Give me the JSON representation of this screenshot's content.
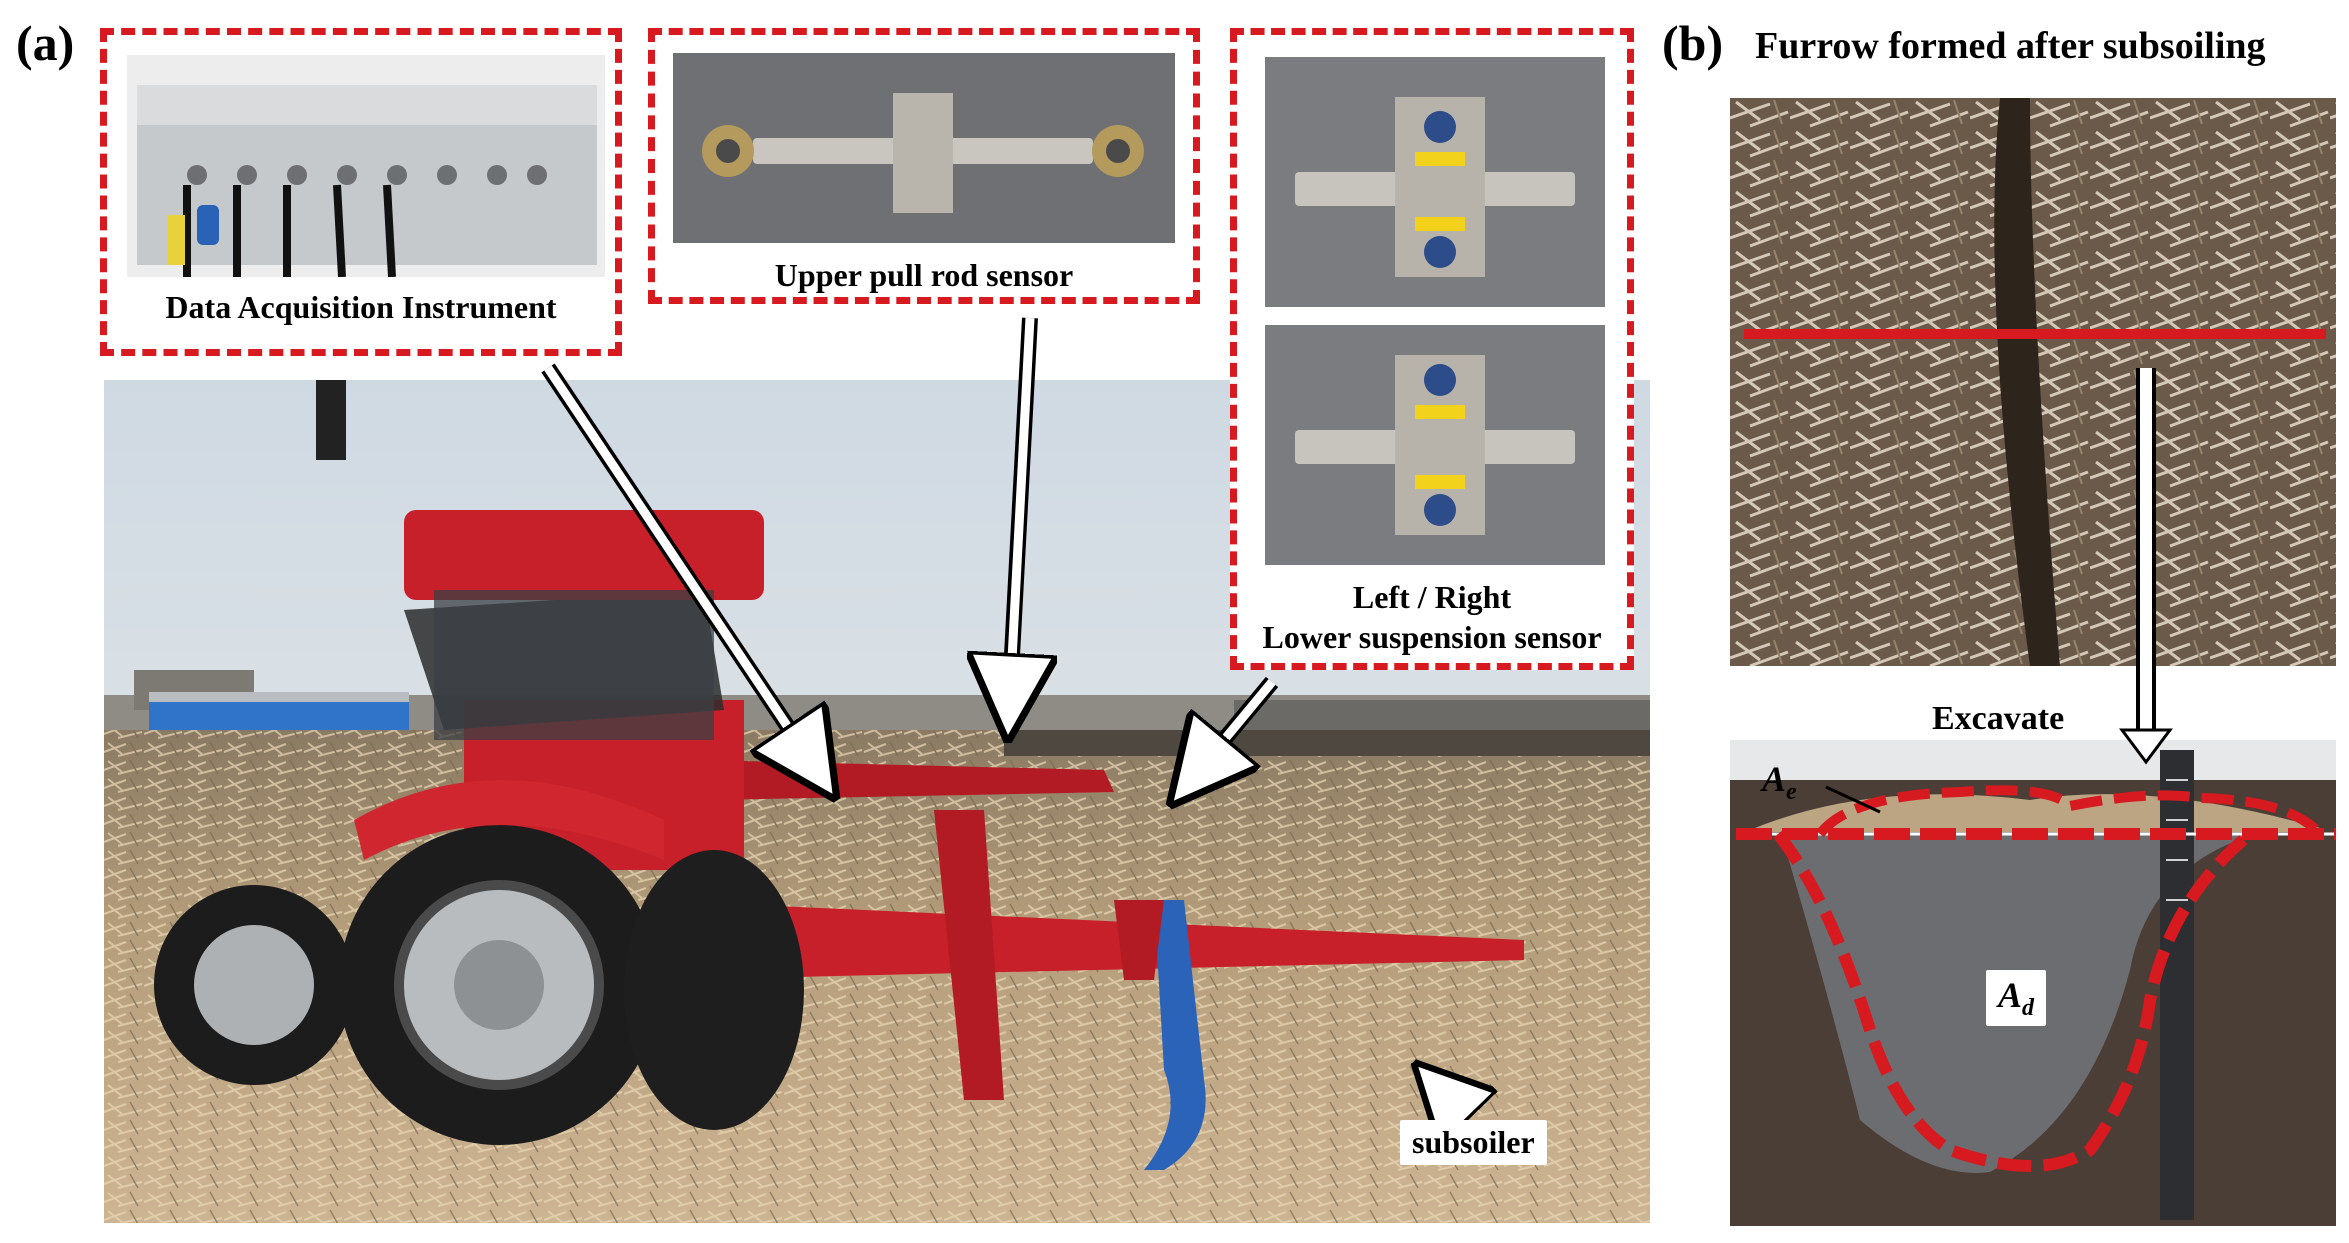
{
  "panel_a": {
    "label": "(a)",
    "callouts": {
      "daq": "Data Acquisition Instrument",
      "upper": "Upper pull rod sensor",
      "lower_line1": "Left / Right",
      "lower_line2": "Lower suspension sensor"
    },
    "photo_labels": {
      "subsoiler": "subsoiler"
    }
  },
  "panel_b": {
    "label": "(b)",
    "title": "Furrow formed after subsoiling",
    "excavate": "Excavate",
    "area_e_base": "A",
    "area_e_sub": "e",
    "area_d_base": "A",
    "area_d_sub": "d"
  },
  "colors": {
    "dash_red": "#d71920",
    "tractor_red": "#c8202a",
    "subsoiler_blue": "#2a63b8"
  }
}
